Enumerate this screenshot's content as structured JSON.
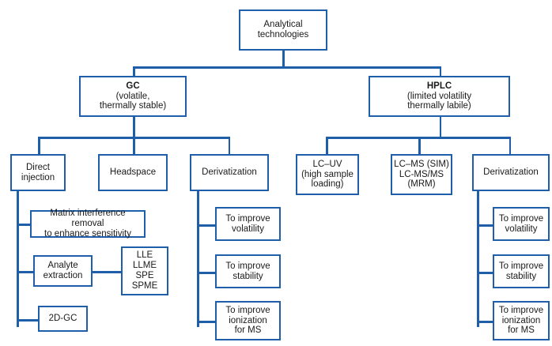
{
  "diagram": {
    "title": "Analytical technologies decision tree",
    "type": "flowchart",
    "colors": {
      "border": "#1F5FA9",
      "connector": "#1F5FA9",
      "background": "#ffffff",
      "text": "#1a1a1a"
    },
    "root": {
      "label": "Analytical\ntechnologies"
    },
    "branches": {
      "gc": {
        "head": "GC",
        "sub": "(volatile,\nthermally stable)"
      },
      "hplc": {
        "head": "HPLC",
        "sub": "(limited volatility\nthermally labile)"
      }
    },
    "gc_children": [
      {
        "label": "Direct\ninjection"
      },
      {
        "label": "Headspace"
      },
      {
        "label": "Derivatization"
      }
    ],
    "hplc_children": [
      {
        "label": "LC–UV\n(high sample\nloading)"
      },
      {
        "label": "LC–MS (SIM)\nLC-MS/MS\n(MRM)"
      },
      {
        "label": "Derivatization"
      }
    ],
    "direct_injection_children": [
      {
        "label": "Matrix interference removal\nto enhance sensitivity"
      },
      {
        "label": "Analyte\nextraction"
      },
      {
        "label": "2D-GC"
      }
    ],
    "analyte_extraction_children": [
      {
        "label": "LLE\nLLME\nSPE\nSPME"
      }
    ],
    "gc_derivatization_children": [
      {
        "label": "To improve\nvolatility"
      },
      {
        "label": "To improve\nstability"
      },
      {
        "label": "To improve\nionization\nfor MS"
      }
    ],
    "hplc_derivatization_children": [
      {
        "label": "To improve\nvolatility"
      },
      {
        "label": "To improve\nstability"
      },
      {
        "label": "To improve\nionization\nfor MS"
      }
    ]
  }
}
